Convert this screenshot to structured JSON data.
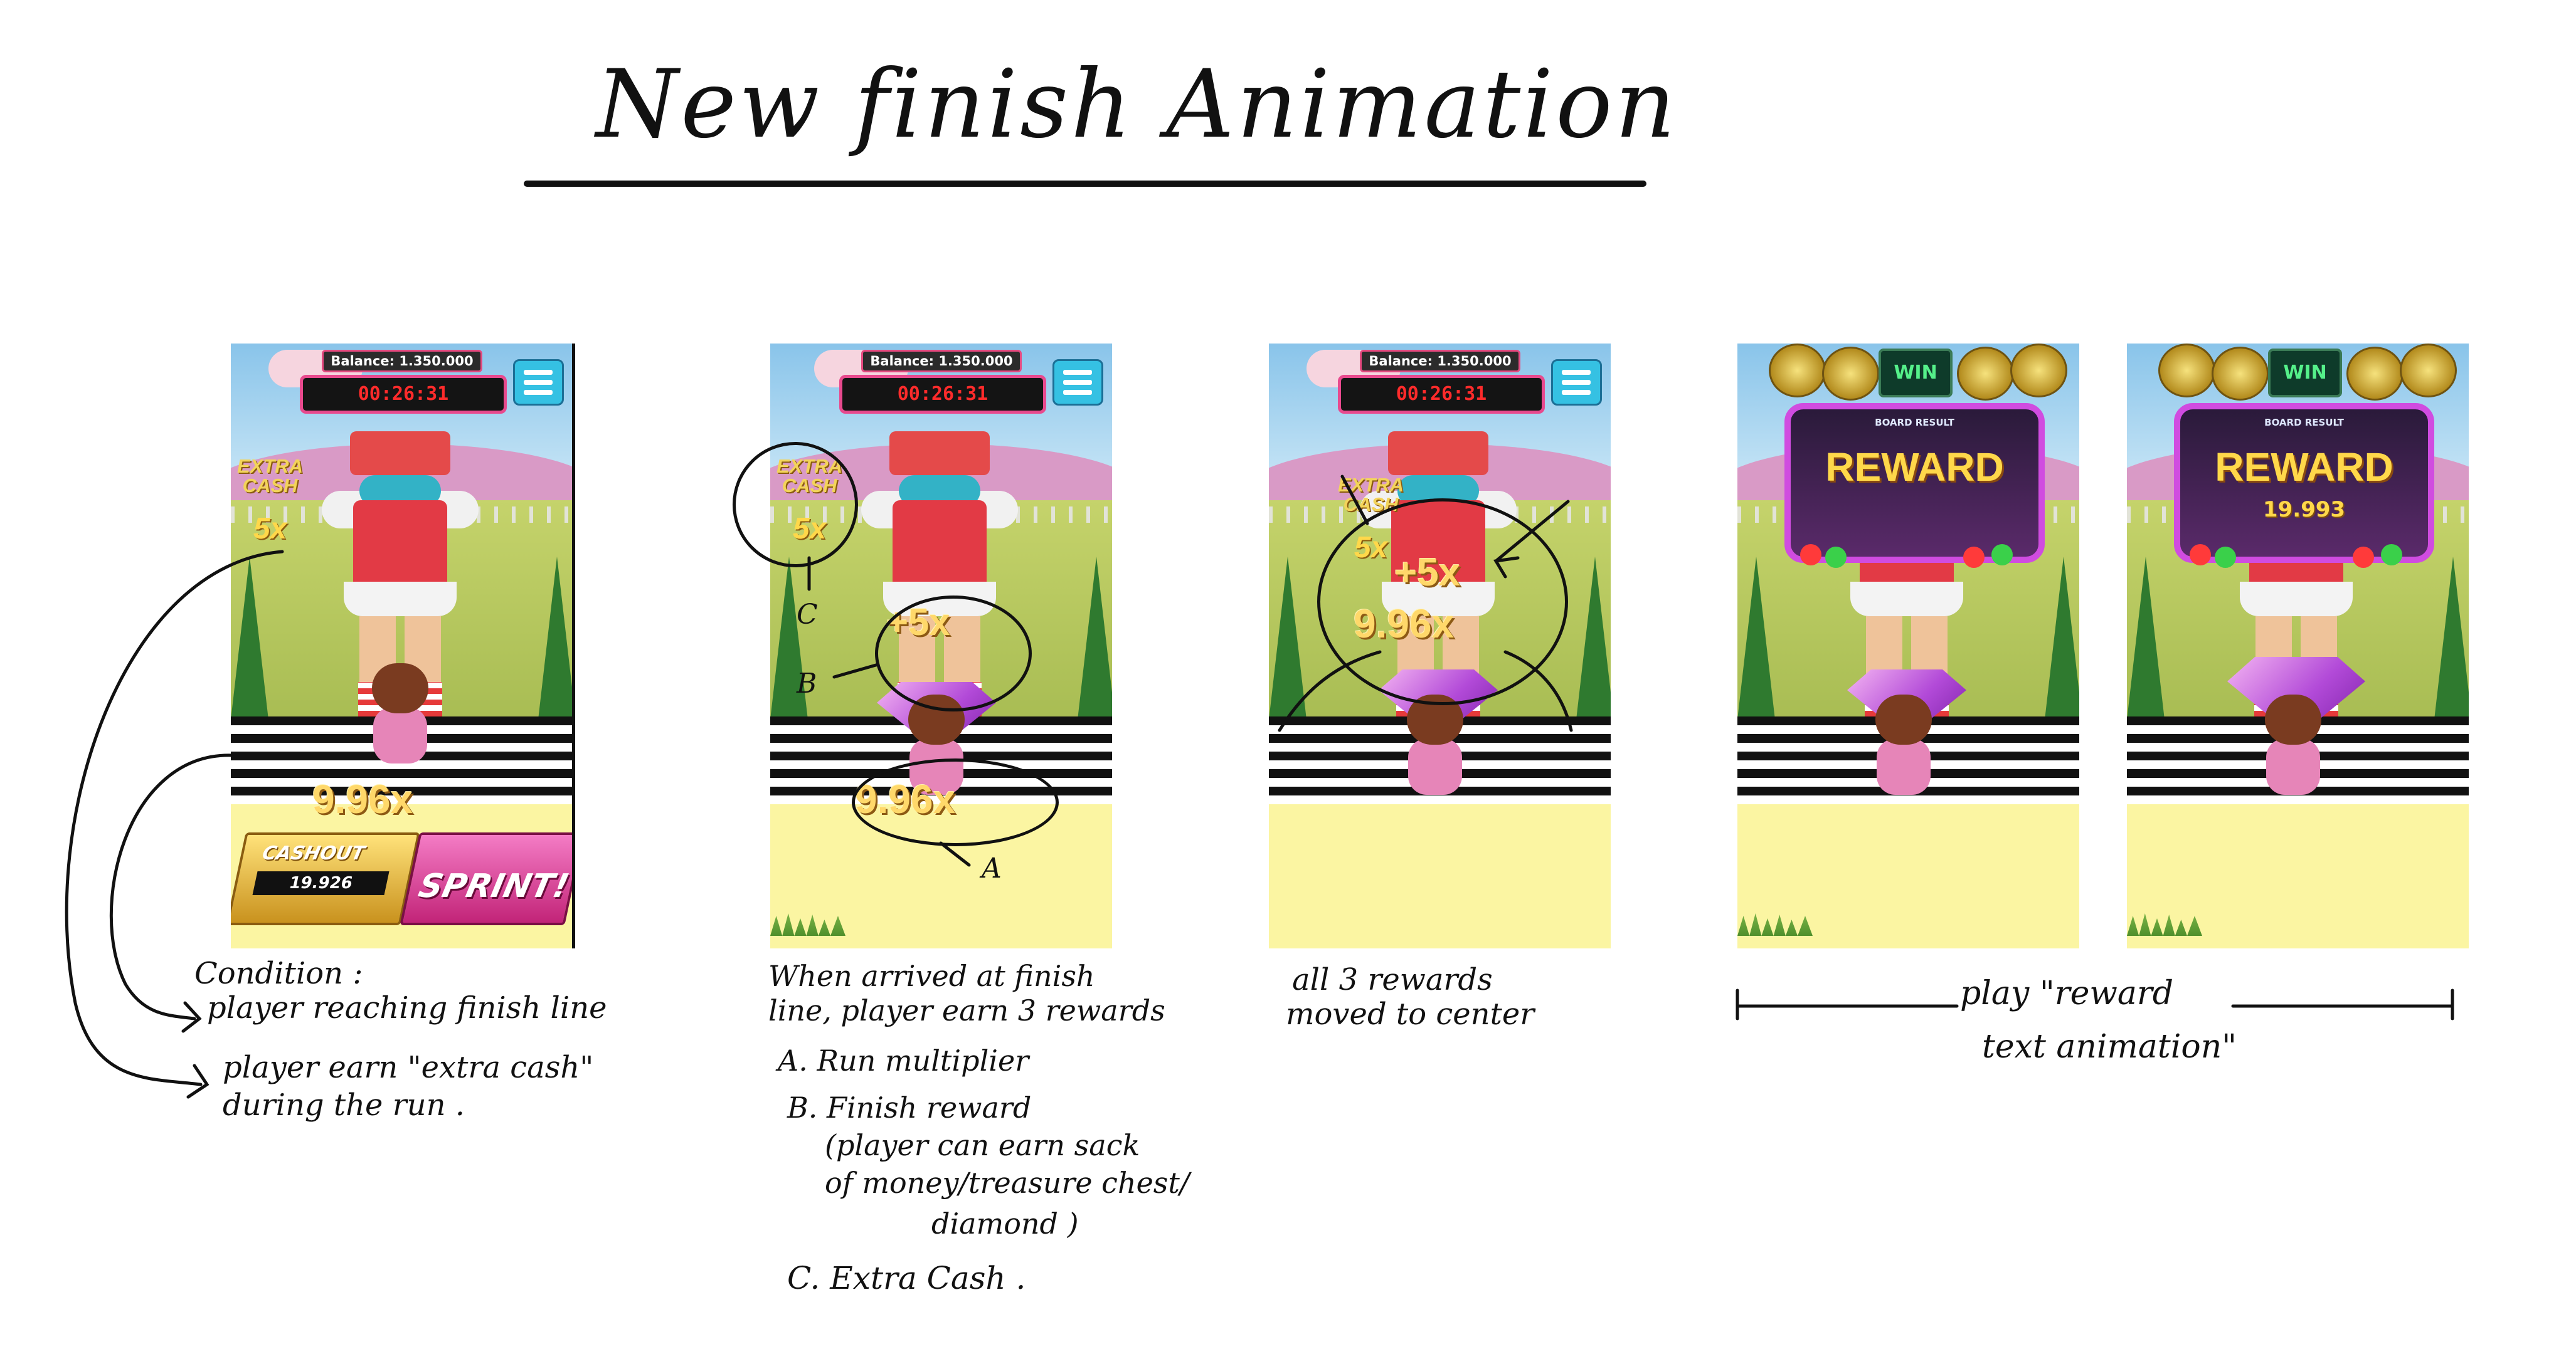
{
  "title": "New finish Animation",
  "hud": {
    "balance": "Balance: 1.350.000",
    "timer": "00:26:31"
  },
  "frame1": {
    "extra_cash_label_1": "EXTRA",
    "extra_cash_label_2": "CASH",
    "extra_cash_mult": "5x",
    "run_multiplier": "9.96x",
    "cashout_label": "CASHOUT",
    "cashout_value": "19.926",
    "sprint_label": "SPRINT!"
  },
  "frame2": {
    "extra_cash_label_1": "EXTRA",
    "extra_cash_label_2": "CASH",
    "extra_cash_mult": "5x",
    "finish_reward": "+5x",
    "run_multiplier": "9.96x",
    "label_a": "A",
    "label_b": "B",
    "label_c": "C"
  },
  "frame3": {
    "extra_cash_label_1": "EXTRA",
    "extra_cash_label_2": "CASH",
    "extra_cash_mult": "5x",
    "finish_reward": "+5x",
    "run_multiplier": "9.96x"
  },
  "frame4": {
    "win": "WIN",
    "board_result": "BOARD RESULT",
    "reward": "REWARD",
    "amount": ""
  },
  "frame5": {
    "win": "WIN",
    "board_result": "BOARD RESULT",
    "reward": "REWARD",
    "amount": "19.993"
  },
  "notes": {
    "condition_1": "Condition :",
    "condition_2": "player reaching finish line",
    "condition_3": "player earn \"extra cash\"",
    "condition_4": "during the run .",
    "arrive_1": "When arrived at finish",
    "arrive_2": "line, player earn 3 rewards",
    "item_a": "A. Run multiplier",
    "item_b1": "B. Finish reward",
    "item_b2": "(player can earn sack",
    "item_b3": "of money/treasure chest/",
    "item_b4": "diamond )",
    "item_c": "C. Extra Cash .",
    "center_1": "all 3 rewards",
    "center_2": "moved to center",
    "play_1": "play \"reward",
    "play_2": "text animation\""
  }
}
